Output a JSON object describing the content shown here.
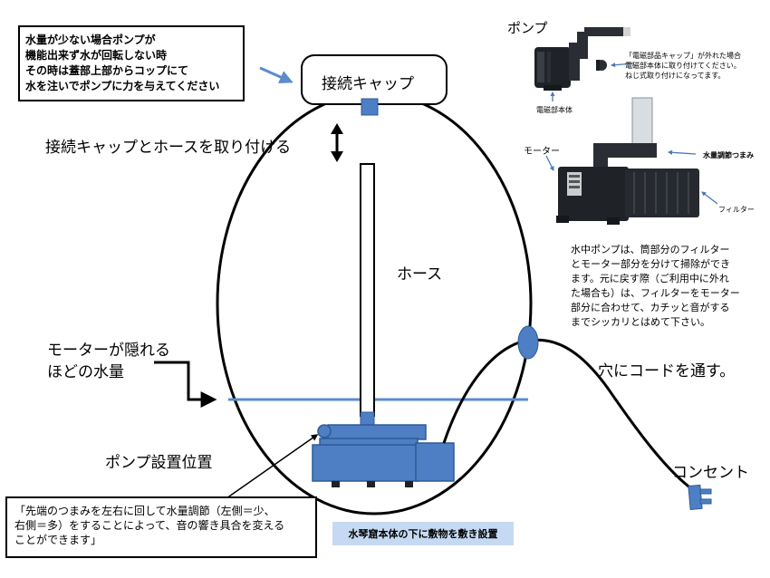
{
  "note_top": {
    "lines": [
      "水量が少ない場合ポンプが",
      "機能出来ず水が回転しない時",
      "その時は蓋部上部からコップにて",
      "水を注いでポンプに力を与えてください"
    ]
  },
  "labels": {
    "connection_cap": "接続キャップ",
    "attach_cap_hose": "接続キャップとホースを取り付ける",
    "hose": "ホース",
    "motor_hidden_line1": "モーターが隠れる",
    "motor_hidden_line2": "ほどの水量",
    "pump_position": "ポンプ設置位置",
    "cord_through_hole": "穴にコードを通す。",
    "outlet": "コンセント"
  },
  "note_bottom": {
    "lines": [
      "「先端のつまみを左右に回して水量調節（左側＝少、",
      "右側＝多）をすることによって、音の響き具合を変える",
      "ことができます」"
    ]
  },
  "caption": "水琴窟本体の下に敷物を敷き設置",
  "photos": {
    "pump_title": "ポンプ",
    "magnet_cap_note": [
      "「電磁部品キャップ」が外れた場合",
      "電磁部本体に取り付けてください。",
      "ねじ式取り付けになってます。"
    ],
    "magnet_body": "電磁部本体",
    "motor": "モーター",
    "flow_knob": "水量調節つまみ",
    "filter": "フィルター"
  },
  "description": {
    "lines": [
      "水中ポンプは、筒部分のフィルター",
      "とモーター部分を分けて掃除ができ",
      "ます。元に戻す際（ご利用中に外れ",
      "た場合も）は、フィルターをモーター",
      "部分に合わせて、カチッと音がする",
      "までシッカリとはめて下さい。"
    ]
  },
  "colors": {
    "pump_blue": "#4e7fc4",
    "pump_stroke": "#2d5a96",
    "water_line": "#5b8bd0",
    "arrow_blue": "#5b8bd0",
    "caption_bg": "#c5daf2",
    "photo_dark": "#1f2328"
  }
}
